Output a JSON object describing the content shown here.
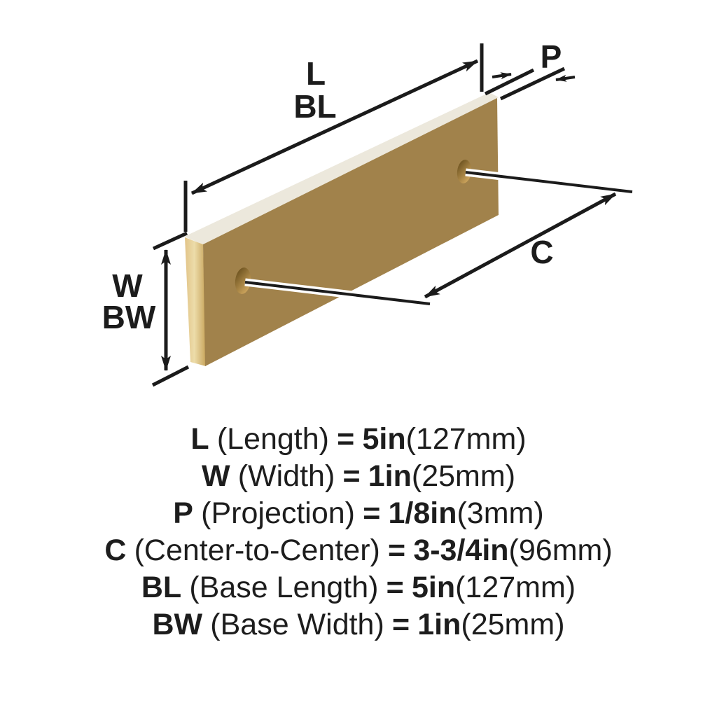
{
  "diagram": {
    "labels": {
      "length": "L",
      "base_length": "BL",
      "projection": "P",
      "width": "W",
      "base_width": "BW",
      "center_to_center": "C"
    },
    "colors": {
      "plate_front": "#a1824b",
      "plate_side_light": "#ecdcaa",
      "plate_side_mid": "#e2c488",
      "plate_side_dark": "#c9a55c",
      "plate_top": "#ece8dc",
      "hole_dark": "#5f4717",
      "hole_light": "#d8ae64",
      "line": "#1b1b1b",
      "leader_casing": "#ffffff",
      "background": "#ffffff"
    }
  },
  "specs": {
    "lines": [
      {
        "label": "L",
        "desc": "(Length)",
        "eq": "=",
        "value": "5in",
        "metric": "(127mm)"
      },
      {
        "label": "W",
        "desc": "(Width)",
        "eq": "=",
        "value": "1in",
        "metric": "(25mm)"
      },
      {
        "label": "P",
        "desc": "(Projection)",
        "eq": "=",
        "value": "1/8in",
        "metric": "(3mm)"
      },
      {
        "label": "C",
        "desc": "(Center-to-Center)",
        "eq": "=",
        "value": "3-3/4in",
        "metric": "(96mm)"
      },
      {
        "label": "BL",
        "desc": "(Base Length)",
        "eq": "=",
        "value": "5in",
        "metric": "(127mm)"
      },
      {
        "label": "BW",
        "desc": "(Base Width)",
        "eq": "=",
        "value": "1in",
        "metric": "(25mm)"
      }
    ]
  }
}
